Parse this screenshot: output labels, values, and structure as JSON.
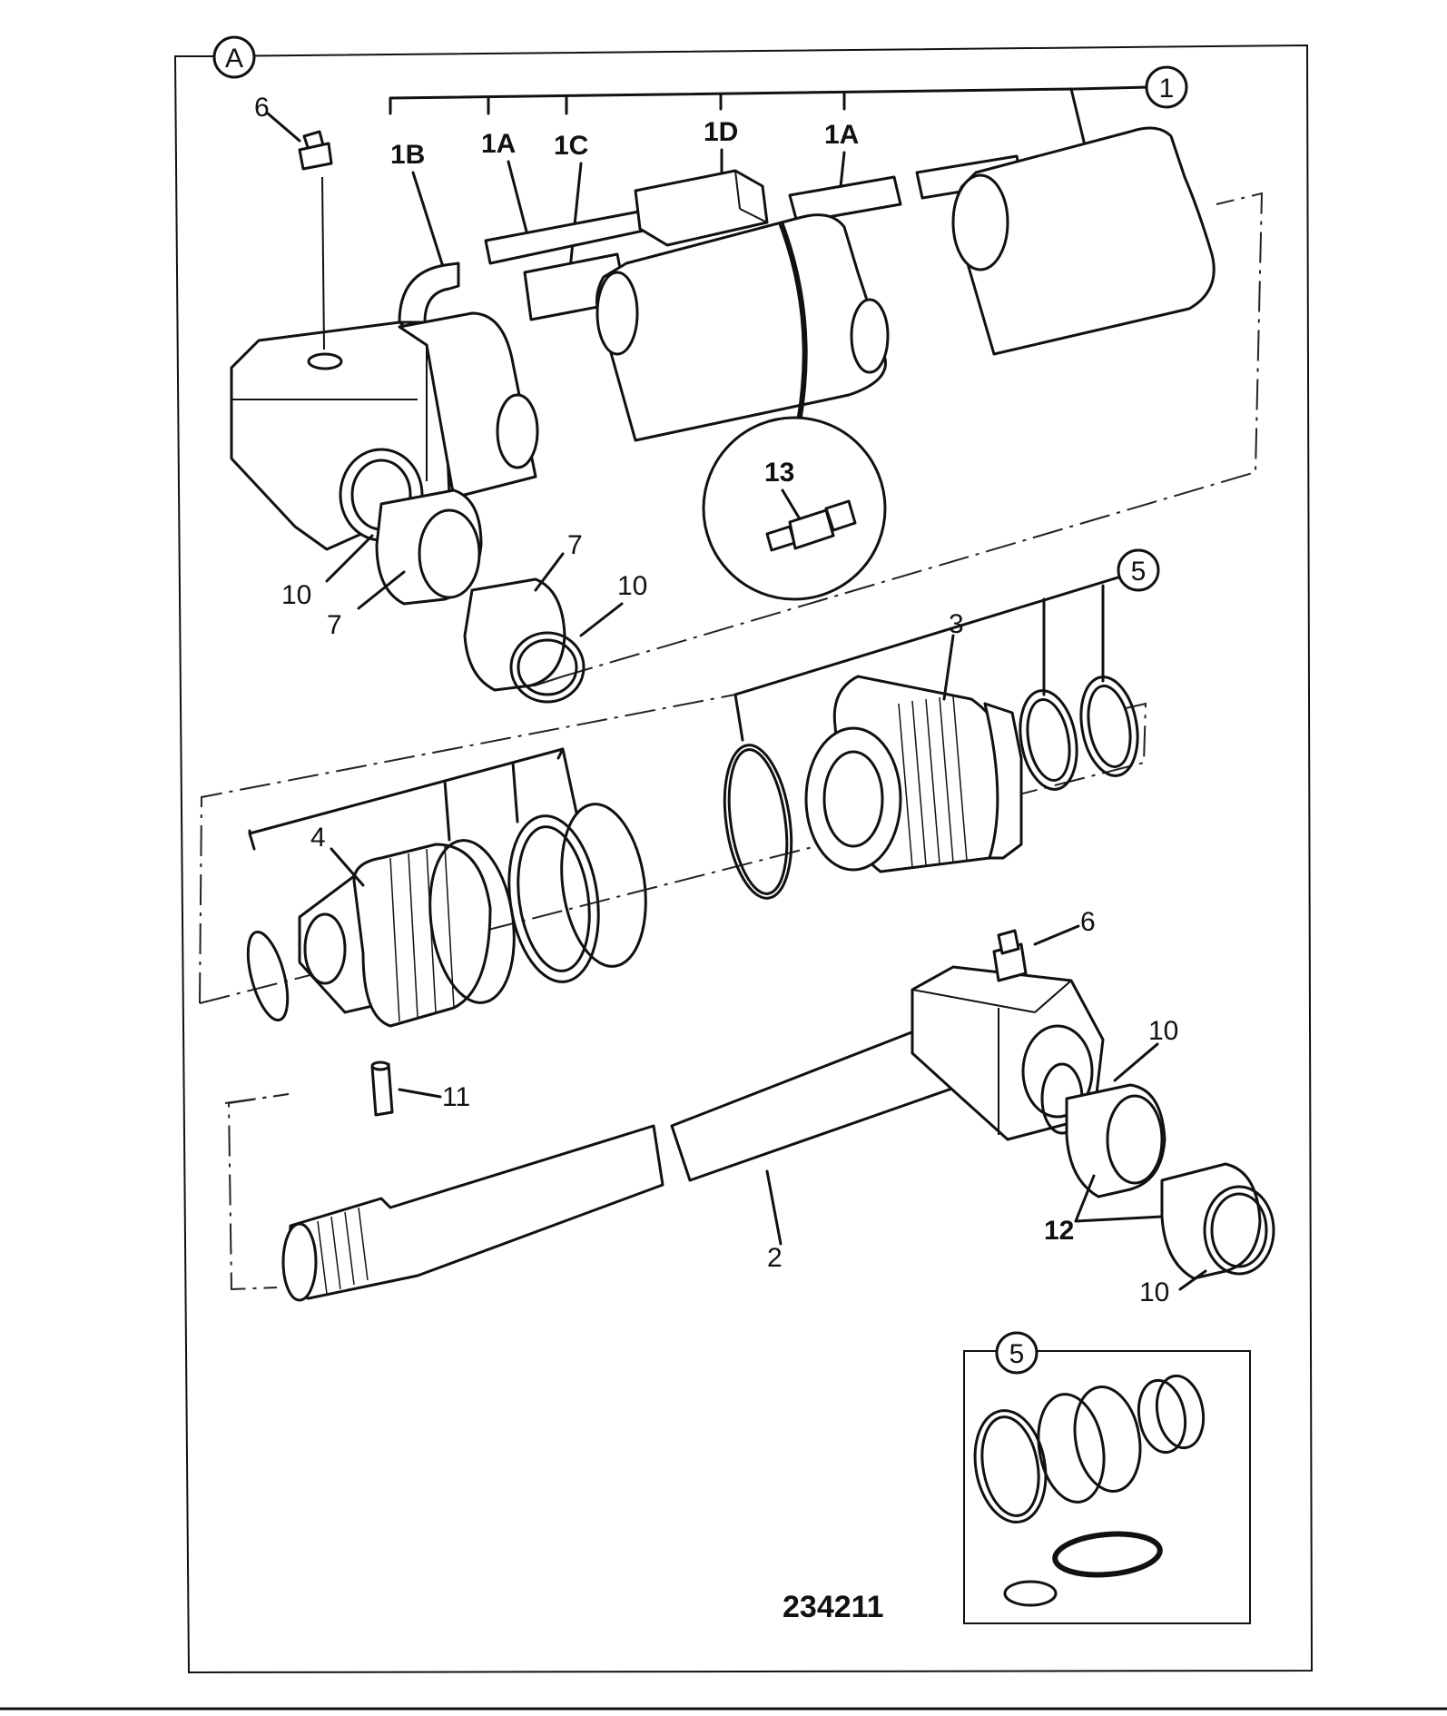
{
  "figure": {
    "view_label": "A",
    "drawing_number": "234211",
    "callouts": {
      "c1": "1",
      "c1A_left": "1A",
      "c1A_right": "1A",
      "c1B": "1B",
      "c1C": "1C",
      "c1D": "1D",
      "c2": "2",
      "c3": "3",
      "c4": "4",
      "c5_top": "5",
      "c5_kit": "5",
      "c6_top": "6",
      "c6_rod": "6",
      "c7_left": "7",
      "c7_right": "7",
      "c10_a": "10",
      "c10_b": "10",
      "c10_c": "10",
      "c10_d": "10",
      "c11": "11",
      "c12": "12",
      "c13": "13"
    }
  }
}
